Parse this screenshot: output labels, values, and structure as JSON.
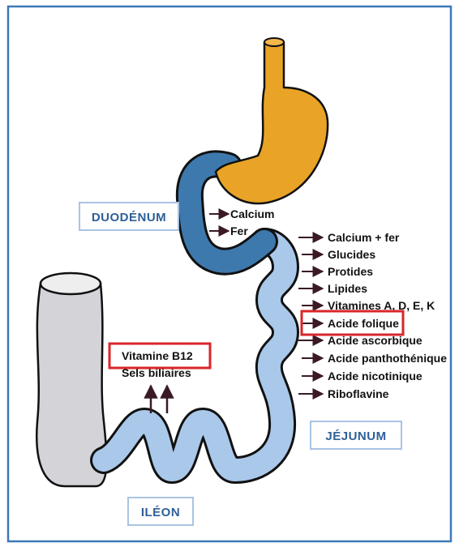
{
  "regions": {
    "duodenum": "DUODÉNUM",
    "jejunum": "JÉJUNUM",
    "ileon": "ILÉON"
  },
  "duodenum_absorption": [
    "Calcium",
    "Fer"
  ],
  "jejunum_absorption": [
    "Calcium + fer",
    "Glucides",
    "Protides",
    "Lipides",
    "Vitamines A, D, E, K",
    "Acide folique",
    "Acide ascorbique",
    "Acide panthothénique",
    "Acide nicotinique",
    "Riboflavine"
  ],
  "ileon_absorption": [
    "Vitamine B12",
    "Sels biliaires"
  ],
  "highlighted": [
    "Acide folique",
    "Vitamine B12"
  ],
  "colors": {
    "stomach": "#e9a326",
    "duodenum": "#3e79ad",
    "intestine": "#a9c8ea",
    "colon": "#d3d3d8",
    "highlight": "#d9262a",
    "region_border": "#a9c4e2",
    "region_text": "#2e5f96",
    "arrow": "#3a1a24"
  }
}
